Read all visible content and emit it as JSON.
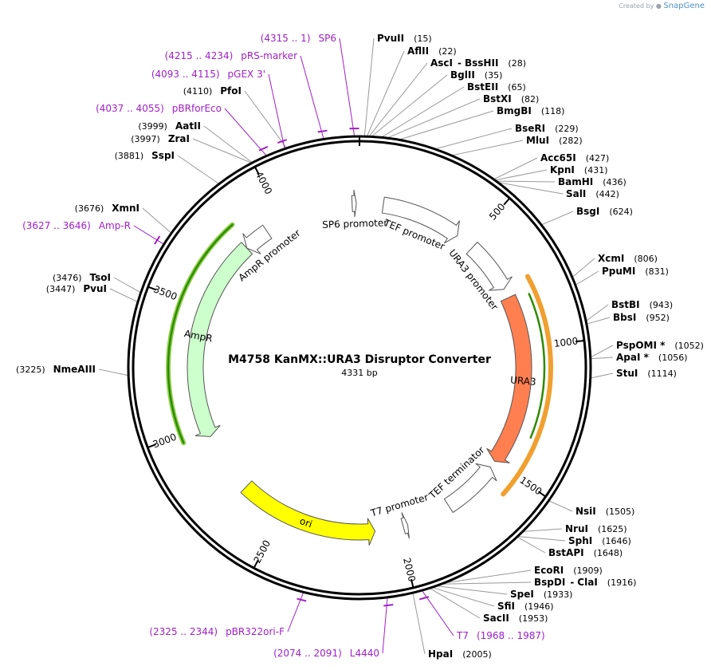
{
  "credit": {
    "prefix": "Created by",
    "brand": "SnapGene"
  },
  "plasmid": {
    "name": "M4758 KanMX::URA3 Disruptor Converter",
    "size_label": "4331 bp",
    "length": 4331
  },
  "ticks": [
    {
      "label": "500",
      "bp": 500
    },
    {
      "label": "1000",
      "bp": 1000
    },
    {
      "label": "1500",
      "bp": 1500
    },
    {
      "label": "2000",
      "bp": 2000
    },
    {
      "label": "2500",
      "bp": 2500
    },
    {
      "label": "3000",
      "bp": 3000
    },
    {
      "label": "3500",
      "bp": 3500
    },
    {
      "label": "4000",
      "bp": 4000
    }
  ],
  "features": [
    {
      "label": "SP6 promoter",
      "start": 4300,
      "end": 4318,
      "dir": "cw",
      "color": "#ffffff",
      "ring": 0
    },
    {
      "label": "TEF promoter",
      "start": 100,
      "end": 440,
      "dir": "cw",
      "color": "#ffffff",
      "ring": 0
    },
    {
      "label": "URA3 promoter",
      "start": 520,
      "end": 740,
      "dir": "cw",
      "color": "#ffffff",
      "ring": 0
    },
    {
      "label": "URA3",
      "start": 780,
      "end": 1500,
      "dir": "cw",
      "color": "#ff7f50",
      "ring": 0
    },
    {
      "label": "TEF terminator",
      "start": 1530,
      "end": 1770,
      "dir": "ccw",
      "color": "#ffffff",
      "ring": 0
    },
    {
      "label": "T7 promoter",
      "start": 1960,
      "end": 1980,
      "dir": "ccw",
      "color": "#ffffff",
      "ring": 0
    },
    {
      "label": "ori",
      "start": 2100,
      "end": 2690,
      "dir": "ccw",
      "color": "#ffff00",
      "ring": 0
    },
    {
      "label": "AmpR",
      "start": 2950,
      "end": 3810,
      "dir": "ccw",
      "color": "#ccffcc",
      "ring": 0
    },
    {
      "label": "AmpR promoter",
      "start": 3810,
      "end": 3920,
      "dir": "ccw",
      "color": "#ffffff",
      "ring": 0
    }
  ],
  "orfs": [
    {
      "start": 740,
      "end": 1580,
      "color": "#f0a030",
      "ring": 1
    },
    {
      "start": 800,
      "end": 1350,
      "color": "#2e8b00",
      "ring": 2
    },
    {
      "start": 2970,
      "end": 3830,
      "color": "#8fd04a",
      "ring": 1
    },
    {
      "start": 2970,
      "end": 3830,
      "color": "#2e8b00",
      "ring": 1
    }
  ],
  "primer_marks": [
    {
      "bp": 4316
    },
    {
      "bp": 4224
    },
    {
      "bp": 4104
    },
    {
      "bp": 4046
    },
    {
      "bp": 3636
    },
    {
      "bp": 2334
    },
    {
      "bp": 2082
    },
    {
      "bp": 1977
    }
  ],
  "enzymes_right": [
    {
      "name": "PvuII",
      "pos": "(15)",
      "bp": 15
    },
    {
      "name": "AflII",
      "pos": "(22)",
      "bp": 22
    },
    {
      "name": "AscI",
      "name2": "BssHII",
      "pos": "(28)",
      "bp": 28
    },
    {
      "name": "BglII",
      "pos": "(35)",
      "bp": 35
    },
    {
      "name": "BstEII",
      "pos": "(65)",
      "bp": 65
    },
    {
      "name": "BstXI",
      "pos": "(82)",
      "bp": 82
    },
    {
      "name": "BmgBI",
      "pos": "(118)",
      "bp": 118
    },
    {
      "name": "BseRI",
      "pos": "(229)",
      "bp": 229
    },
    {
      "name": "MluI",
      "pos": "(282)",
      "bp": 282
    },
    {
      "name": "Acc65I",
      "pos": "(427)",
      "bp": 427
    },
    {
      "name": "KpnI",
      "pos": "(431)",
      "bp": 431
    },
    {
      "name": "BamHI",
      "pos": "(436)",
      "bp": 436
    },
    {
      "name": "SalI",
      "pos": "(442)",
      "bp": 442
    },
    {
      "name": "BsgI",
      "pos": "(624)",
      "bp": 624
    },
    {
      "name": "XcmI",
      "pos": "(806)",
      "bp": 806
    },
    {
      "name": "PpuMI",
      "pos": "(831)",
      "bp": 831
    },
    {
      "name": "BstBI",
      "pos": "(943)",
      "bp": 943
    },
    {
      "name": "BbsI",
      "pos": "(952)",
      "bp": 952
    },
    {
      "name": "PspOMI *",
      "pos": "(1052)",
      "bp": 1052
    },
    {
      "name": "ApaI *",
      "pos": "(1056)",
      "bp": 1056
    },
    {
      "name": "StuI",
      "pos": "(1114)",
      "bp": 1114
    },
    {
      "name": "NsiI",
      "pos": "(1505)",
      "bp": 1505
    },
    {
      "name": "NruI",
      "pos": "(1625)",
      "bp": 1625
    },
    {
      "name": "SphI",
      "pos": "(1646)",
      "bp": 1646
    },
    {
      "name": "BstAPI",
      "pos": "(1648)",
      "bp": 1648
    },
    {
      "name": "EcoRI",
      "pos": "(1909)",
      "bp": 1909
    },
    {
      "name": "BspDI",
      "name2": "ClaI",
      "pos": "(1916)",
      "bp": 1916
    },
    {
      "name": "SpeI",
      "pos": "(1933)",
      "bp": 1933
    },
    {
      "name": "SfiI",
      "pos": "(1946)",
      "bp": 1946
    },
    {
      "name": "SacII",
      "pos": "(1953)",
      "bp": 1953
    },
    {
      "name": "HpaI",
      "pos": "(2005)",
      "bp": 2005
    }
  ],
  "enzymes_left": [
    {
      "name": "PfoI",
      "pos": "(4110)",
      "bp": 4110
    },
    {
      "name": "AatII",
      "pos": "(3999)",
      "bp": 3999
    },
    {
      "name": "ZraI",
      "pos": "(3997)",
      "bp": 3997
    },
    {
      "name": "SspI",
      "pos": "(3881)",
      "bp": 3881
    },
    {
      "name": "XmnI",
      "pos": "(3676)",
      "bp": 3676
    },
    {
      "name": "TsoI",
      "pos": "(3476)",
      "bp": 3476
    },
    {
      "name": "PvuI",
      "pos": "(3447)",
      "bp": 3447
    },
    {
      "name": "NmeAIII",
      "pos": "(3225)",
      "bp": 3225
    }
  ],
  "primers": [
    {
      "range": "(4315 .. 1)",
      "name": "SP6",
      "bp": 4316
    },
    {
      "range": "(4215 .. 4234)",
      "name": "pRS-marker",
      "bp": 4224
    },
    {
      "range": "(4093 .. 4115)",
      "name": "pGEX 3'",
      "bp": 4104
    },
    {
      "range": "(4037 .. 4055)",
      "name": "pBRforEco",
      "bp": 4046
    },
    {
      "range": "(3627 .. 3646)",
      "name": "Amp-R",
      "bp": 3636
    },
    {
      "range": "(2325 .. 2344)",
      "name": "pBR322ori-F",
      "bp": 2334
    },
    {
      "range": "(2074 .. 2091)",
      "name": "L4440",
      "bp": 2082
    },
    {
      "name": "T7",
      "range": "(1968 .. 1987)",
      "bp": 1977
    }
  ]
}
